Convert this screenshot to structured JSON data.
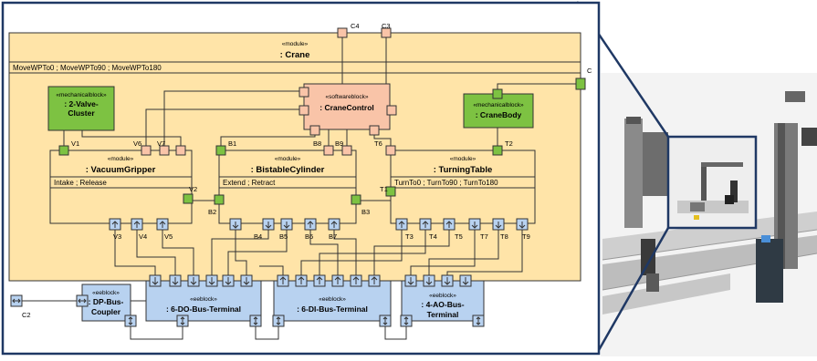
{
  "diagram": {
    "crane": {
      "stereotype": "«module»",
      "name": ": Crane",
      "operations": "MoveWPTo0 ; MoveWPTo90 ; MoveWPTo180"
    },
    "valve_cluster": {
      "stereotype": "«mechanicalblock»",
      "name_line1": ": 2-Valve-",
      "name_line2": "Cluster"
    },
    "crane_control": {
      "stereotype": "«softwareblock»",
      "name": ": CraneControl"
    },
    "crane_body": {
      "stereotype": "«mechanicalblock»",
      "name": ": CraneBody"
    },
    "vacuum_gripper": {
      "stereotype": "«module»",
      "name": ": VacuumGripper",
      "operations": "Intake ; Release"
    },
    "bistable_cylinder": {
      "stereotype": "«module»",
      "name": ": BistableCylinder",
      "operations": "Extend ; Retract"
    },
    "turning_table": {
      "stereotype": "«module»",
      "name": ": TurningTable",
      "operations": "TurnTo0 ; TurnTo90 ; TurnTo180"
    },
    "dp_bus_coupler": {
      "stereotype": "«eeblock»",
      "name_line1": ": DP-Bus-",
      "name_line2": "Coupler"
    },
    "do_bus_terminal": {
      "stereotype": "«eeblock»",
      "name": ": 6-DO-Bus-Terminal"
    },
    "di_bus_terminal": {
      "stereotype": "«eeblock»",
      "name": ": 6-DI-Bus-Terminal"
    },
    "ao_bus_terminal": {
      "stereotype": "«eeblock»",
      "name_line1": ": 4-AO-Bus-",
      "name_line2": "Terminal"
    },
    "ports": {
      "c4": "C4",
      "c3": "C3",
      "c1": "C",
      "v1": "V1",
      "v6": "V6",
      "v7": "V7",
      "v2": "V2",
      "b1": "B1",
      "b8": "B8",
      "b9": "B9",
      "b2": "B2",
      "b3": "B3",
      "t6": "T6",
      "t2": "T2",
      "t1": "T1",
      "v3": "V3",
      "v4": "V4",
      "v5": "V5",
      "b4": "B4",
      "b5": "B5",
      "b6": "B6",
      "b7": "B7",
      "t3": "T3",
      "t4": "T4",
      "t5": "T5",
      "t7": "T7",
      "t8": "T8",
      "t9": "T9",
      "c2": "C2"
    }
  },
  "colors": {
    "module_fill": "#ffe4a8",
    "mechanical_fill": "#7dc242",
    "software_fill": "#f9c4a8",
    "eeblock_fill": "#b8d2f0",
    "frame_accent": "#1f3864"
  },
  "photo": {
    "subject": "modular-production-plant-crane-station"
  }
}
